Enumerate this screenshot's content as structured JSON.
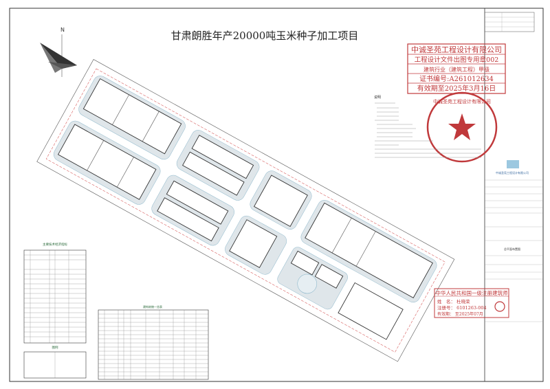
{
  "title": "甘肃朗胜年产20000吨玉米种子加工项目",
  "north_label": "N",
  "notes_heading": "说明",
  "table_tech": {
    "heading": "主要技术经济指标"
  },
  "table_buildings": {
    "heading": "建构筑物一览表"
  },
  "bottom_left_heading": "图例",
  "design_stamp": {
    "line1": "中诚圣苑工程设计有限公司",
    "line2": "工程设计文件出图专用章002",
    "line3": "建筑行业（建筑工程）甲级",
    "line4": "证书编号:A261012634",
    "line5": "有效期至2025年3月16日"
  },
  "seal_text": "中诚圣苑工程设计有限公司",
  "architect_stamp": {
    "title": "中华人民共和国一级注册建筑师",
    "name": "姓　名：  杜晓荣",
    "reg_no": "注册号： 6101263-004",
    "valid": "有效期： 至2025年07月"
  },
  "title_block": {
    "company": "中诚圣苑工程设计有限公司",
    "drawing_name": "总平面布置图"
  },
  "colors": {
    "stamp": "#c0393b",
    "greenery": "#dfe6ea",
    "redline": "#d04040"
  }
}
